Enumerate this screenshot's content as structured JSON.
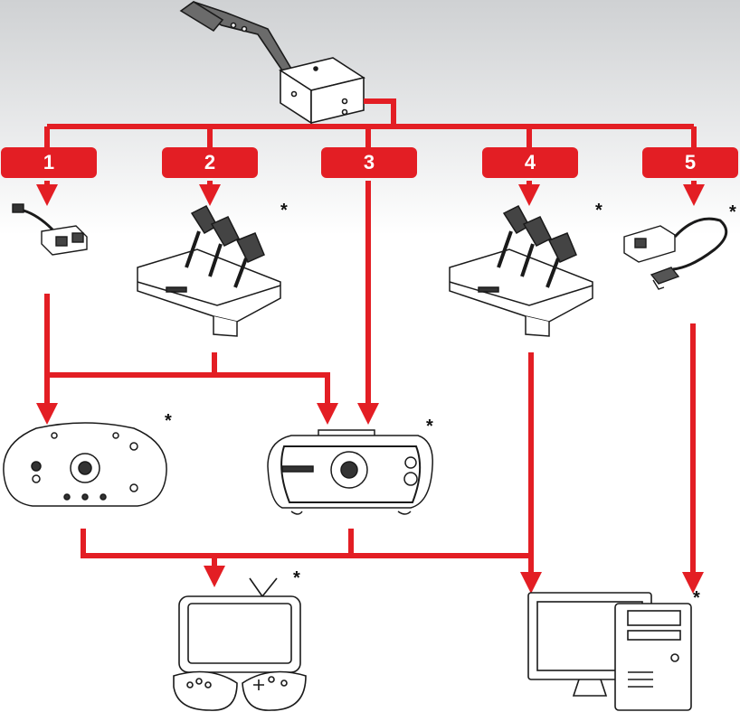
{
  "colors": {
    "connector": "#e31e24",
    "device_stroke": "#1a1a1a",
    "device_fill": "#ffffff",
    "badge_text": "#ffffff"
  },
  "source_device": {
    "icon": "handbrake-shifter-icon"
  },
  "options": [
    {
      "label": "1",
      "device_icon": "rj12-splitter-adapter-icon",
      "asterisk": ""
    },
    {
      "label": "2",
      "device_icon": "pedal-set-icon",
      "asterisk": "*"
    },
    {
      "label": "3",
      "device_icon": "",
      "asterisk": ""
    },
    {
      "label": "4",
      "device_icon": "pedal-set-icon",
      "asterisk": "*"
    },
    {
      "label": "5",
      "device_icon": "usb-adapter-icon",
      "asterisk": "*"
    }
  ],
  "middle_devices": [
    {
      "icon": "wheel-base-rear-icon",
      "asterisk": "*"
    },
    {
      "icon": "wheel-base-rear-icon",
      "asterisk": "*"
    }
  ],
  "targets": [
    {
      "icon": "game-console-tv-icon",
      "asterisk": "*"
    },
    {
      "icon": "pc-computer-icon",
      "asterisk": "*"
    }
  ]
}
